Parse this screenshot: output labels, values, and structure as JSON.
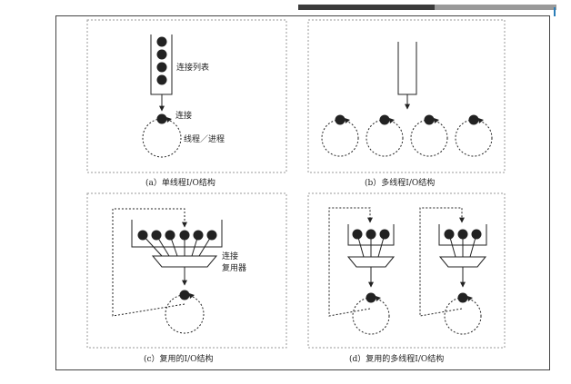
{
  "colors": {
    "ink": "#222222",
    "panel_border": "#9a9a9a",
    "frame": "#444444"
  },
  "panels": {
    "a": {
      "caption": "(a）单线程I/O结构",
      "label_list": "连接列表",
      "label_conn": "连接",
      "label_thread": "线程／进程"
    },
    "b": {
      "caption": "(b）多线程I/O结构"
    },
    "c": {
      "caption": "(c）复用的I/O结构",
      "label_mux_1": "连接",
      "label_mux_2": "复用器"
    },
    "d": {
      "caption": "(d）复用的多线程I/O结构"
    }
  }
}
